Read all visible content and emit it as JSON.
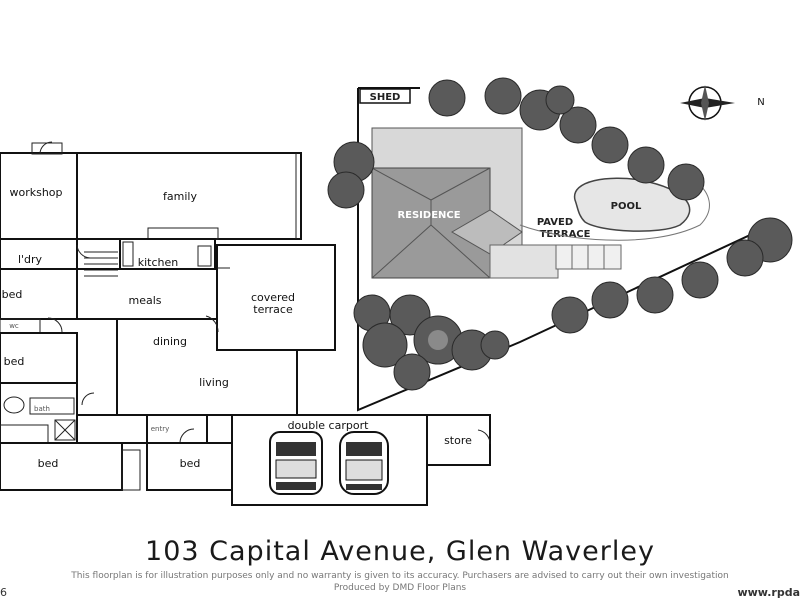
{
  "floorplan": {
    "rooms": {
      "workshop": "workshop",
      "family": "family",
      "ldry": "l'dry",
      "kitchen": "kitchen",
      "bed1": "bed",
      "meals": "meals",
      "covered_terrace_line1": "covered",
      "covered_terrace_line2": "terrace",
      "bed2": "bed",
      "dining": "dining",
      "living": "living",
      "double_carport": "double carport",
      "store": "store",
      "bed3": "bed",
      "bed4": "bed",
      "entry": "entry",
      "wc": "wc",
      "bath": "bath"
    }
  },
  "site": {
    "shed": "SHED",
    "residence": "RESIDENCE",
    "paved_terrace_line1": "PAVED",
    "paved_terrace_line2": "TERRACE",
    "pool": "POOL"
  },
  "compass": {
    "north_label": "N"
  },
  "footer": {
    "address": "103 Capital Avenue, Glen Waverley",
    "disclaimer": "This floorplan is for illustration purposes only and no warranty is given to its accuracy. Purchasers are advised to carry out their own investigation",
    "producer": "Produced by DMD Floor Plans",
    "website": "www.rpda",
    "left_number": "6"
  }
}
